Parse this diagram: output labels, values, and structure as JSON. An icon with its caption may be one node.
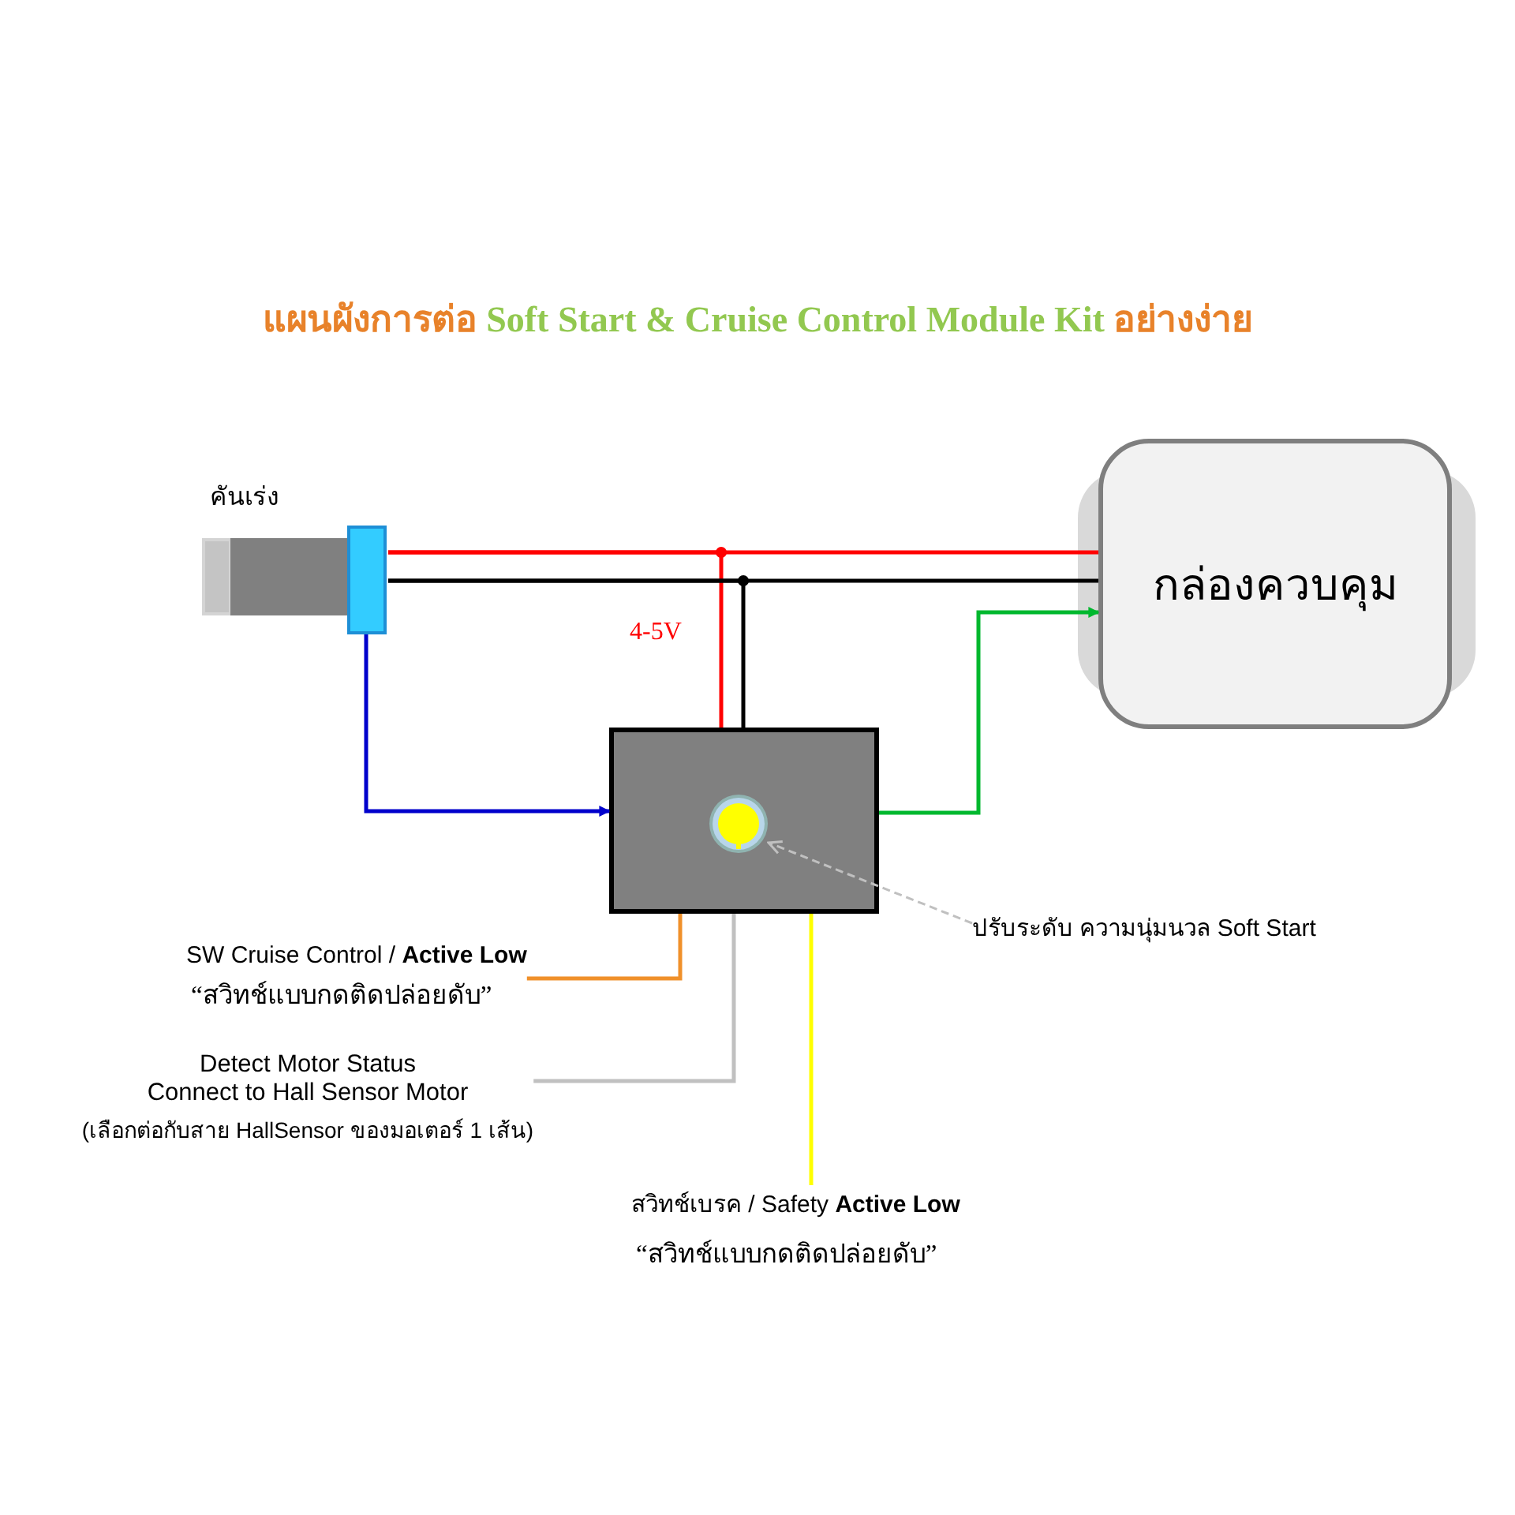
{
  "diagram": {
    "title": "แผนผังการต่อ Soft Start & Cruise Control Module Kit อย่างง่าย",
    "nodes": [
      {
        "text": [
          "คันเร่ง"
        ]
      },
      {
        "text": [
          "กล่องควบคุม"
        ]
      },
      {
        "text": [],
        "shape": "box"
      },
      {
        "text": [],
        "shape": "circle",
        "in": 2
      },
      {
        "text": [
          "ปรับระดับ ความนุ่มนวล Soft Start"
        ]
      },
      {
        "text": [
          "SW Cruise Control / **Active Low**",
          "“สวิทช์แบบกดติดปล่อยดับ”"
        ]
      },
      {
        "text": [
          "Detect Motor Status",
          "Connect to Hall Sensor Motor",
          "(เลือกต่อกับสาย HallSensor ของมอเตอร์ 1 เส้น)"
        ]
      },
      {
        "text": [
          "สวิทช์เบรค / Safety **Active Low**",
          "“สวิทช์แบบกดติดปล่อยดับ”"
        ]
      }
    ],
    "edges": [
      {
        "from": 0,
        "to": 1,
        "arrow": "none",
        "color": "#ff0000"
      },
      {
        "from": 0,
        "to": 2,
        "arrow": "none",
        "color": "#ff0000",
        "label": "4-5V"
      },
      {
        "from": 0,
        "to": 1,
        "arrow": "none",
        "color": "#000000"
      },
      {
        "from": 0,
        "to": 2,
        "arrow": "none",
        "color": "#000000"
      },
      {
        "from": 0,
        "to": 2,
        "arrow": "to",
        "color": "#0000cc"
      },
      {
        "from": 2,
        "to": 1,
        "arrow": "to",
        "color": "#00b82e"
      },
      {
        "from": 2,
        "to": 5,
        "arrow": "none",
        "color": "#f0902a"
      },
      {
        "from": 2,
        "to": 6,
        "arrow": "none",
        "color": "#c0c0c0"
      },
      {
        "from": 2,
        "to": 7,
        "arrow": "none",
        "color": "#ffff00"
      },
      {
        "from": 4,
        "to": 3,
        "arrow": "to",
        "style": "dashed",
        "color": "#c0c0c0"
      }
    ]
  }
}
